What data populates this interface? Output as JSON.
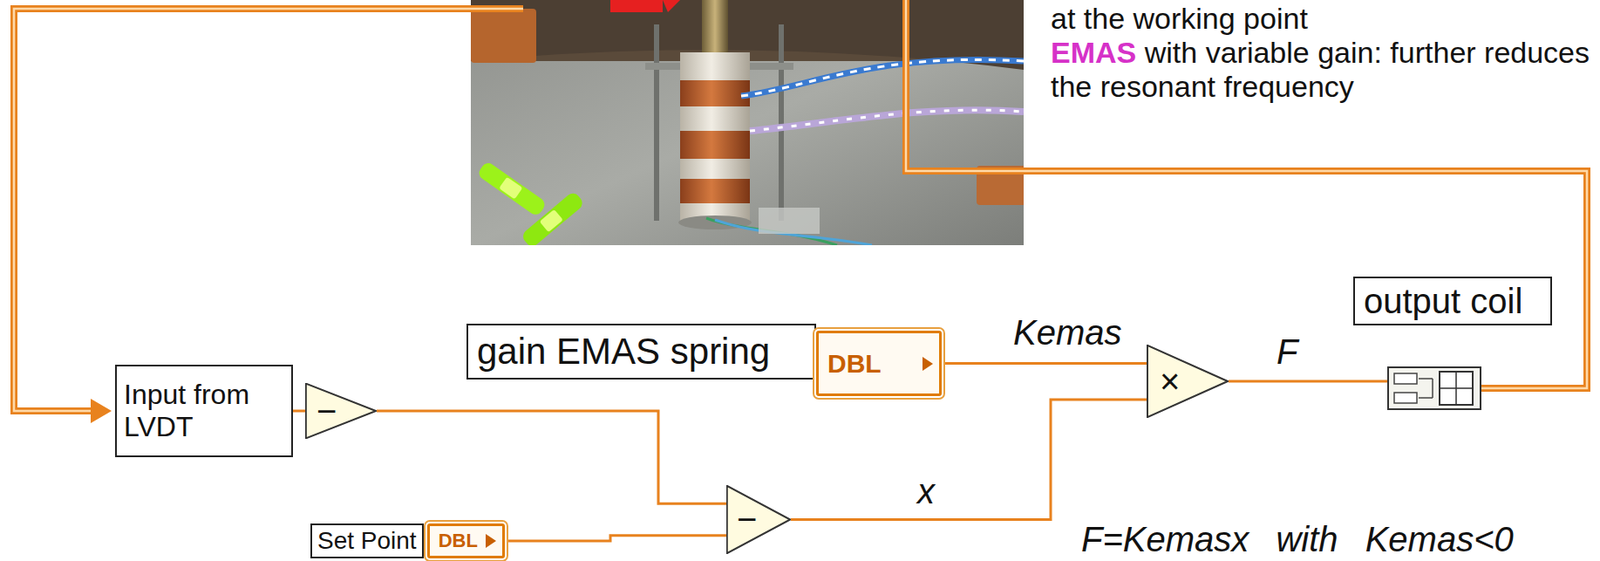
{
  "diagram": {
    "nodes": [
      {
        "text": [
          "Input from LVDT"
        ]
      },
      {
        "text": [
          "−"
        ]
      },
      {
        "text": [
          "gain EMAS spring"
        ]
      },
      {
        "text": [
          "DBL"
        ]
      },
      {
        "text": [
          "×"
        ]
      },
      {
        "text": [
          "Set Point"
        ]
      },
      {
        "text": [
          "DBL"
        ]
      },
      {
        "text": [
          "−"
        ]
      },
      {
        "text": [
          "output coil"
        ]
      }
    ],
    "edges": [
      {
        "from": 0,
        "to": 1,
        "arrow": "none"
      },
      {
        "from": 1,
        "to": 7,
        "arrow": "none"
      },
      {
        "from": 6,
        "to": 7,
        "arrow": "none"
      },
      {
        "from": 7,
        "to": 4,
        "label": "x",
        "arrow": "none"
      },
      {
        "from": 3,
        "to": 4,
        "label": "Kemas",
        "arrow": "none"
      },
      {
        "from": 4,
        "to": 8,
        "label": "F",
        "arrow": "none"
      }
    ],
    "labels": [
      "at the working point",
      "EMAS",
      "with variable gain: further reduces the resonant frequency",
      "F=Kemasx with Kemas<0"
    ]
  }
}
